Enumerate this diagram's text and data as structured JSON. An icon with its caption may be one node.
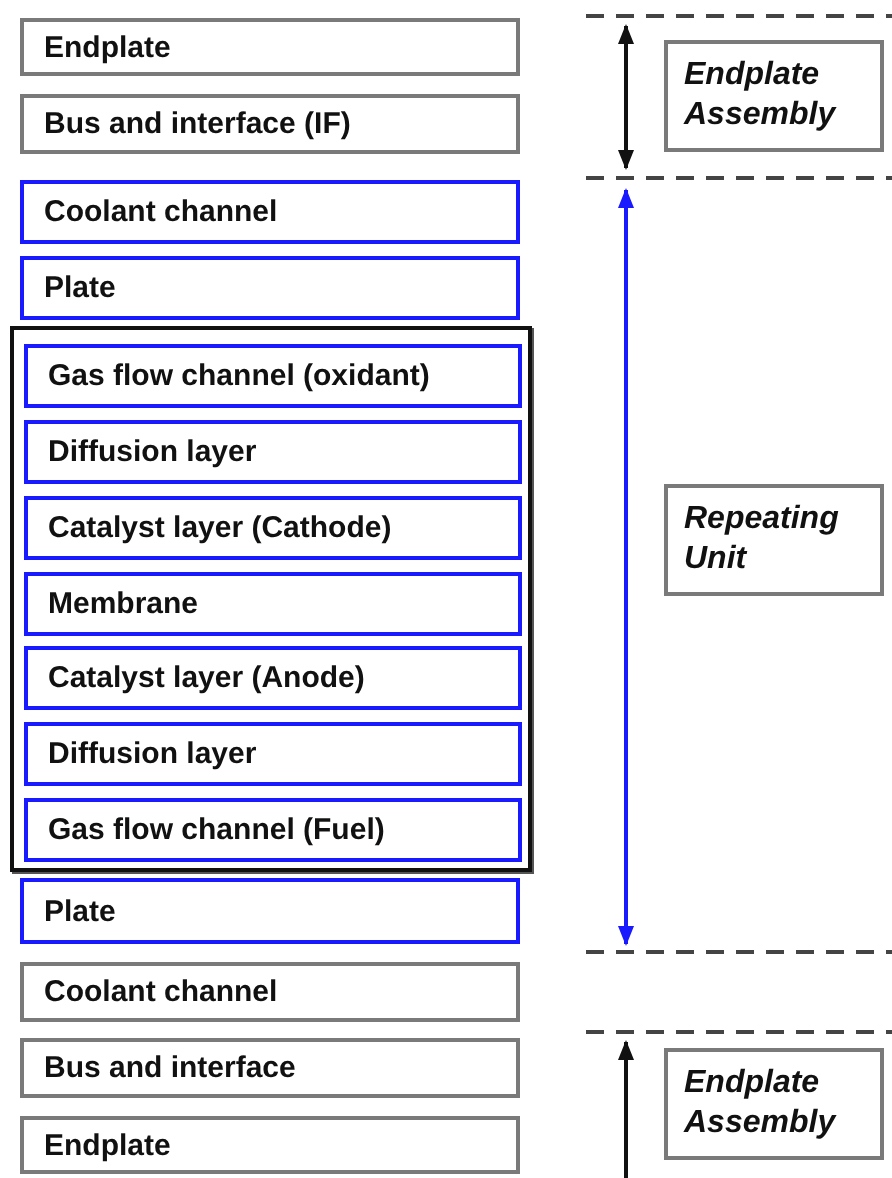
{
  "diagram": {
    "nodes": [
      {
        "text": [
          "Endplate"
        ]
      },
      {
        "text": [
          "Bus and interface (IF)"
        ]
      },
      {
        "text": [
          "Coolant channel"
        ]
      },
      {
        "text": [
          "Plate"
        ]
      },
      {
        "text": [],
        "shape": "box"
      },
      {
        "text": [
          "Gas flow channel (oxidant)"
        ],
        "in": 4
      },
      {
        "text": [
          "Diffusion layer"
        ],
        "in": 4
      },
      {
        "text": [
          "Catalyst layer (Cathode)"
        ],
        "in": 4
      },
      {
        "text": [
          "Membrane"
        ],
        "in": 4
      },
      {
        "text": [
          "Catalyst layer (Anode)"
        ],
        "in": 4
      },
      {
        "text": [
          "Diffusion layer"
        ],
        "in": 4
      },
      {
        "text": [
          "Gas flow channel (Fuel)"
        ],
        "in": 4
      },
      {
        "text": [
          "Plate"
        ]
      },
      {
        "text": [
          "Coolant channel"
        ]
      },
      {
        "text": [
          "Bus and interface"
        ]
      },
      {
        "text": [
          "Endplate"
        ]
      },
      {
        "text": [
          "Endplate Assembly"
        ]
      },
      {
        "text": [
          "Repeating Unit"
        ]
      },
      {
        "text": [
          "Endplate Assembly"
        ]
      }
    ],
    "edges": []
  }
}
